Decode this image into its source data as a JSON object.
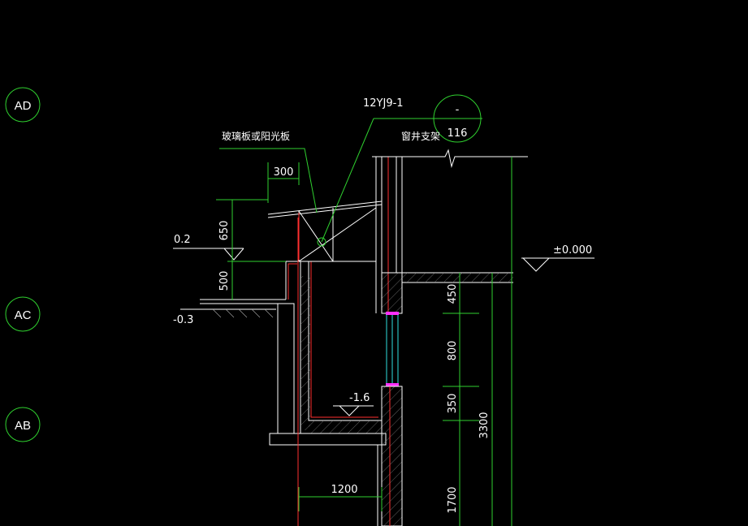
{
  "axes": {
    "ad": "AD",
    "ac": "AC",
    "ab": "AB"
  },
  "annotations": {
    "glass_board": "玻璃板或阳光板",
    "standard_ref": "12YJ9-1",
    "detail_top": "-",
    "detail_bottom": "116",
    "window_well_frame": "窗井支架",
    "elev_zero": "±0.000",
    "elev_02": "0.2",
    "elev_neg03": "-0.3",
    "elev_neg16": "-1.6"
  },
  "dimensions": {
    "d300": "300",
    "d650": "650",
    "d500": "500",
    "d450": "450",
    "d800": "800",
    "d350": "350",
    "d3300": "3300",
    "d1700": "1700",
    "d1200": "1200"
  },
  "colors": {
    "background": "#000000",
    "dimension": "#2fd02f",
    "outline": "#ffffff",
    "axis_line": "#ff3030",
    "glazing": "#30e0e0",
    "accent": "#ff30ff"
  }
}
